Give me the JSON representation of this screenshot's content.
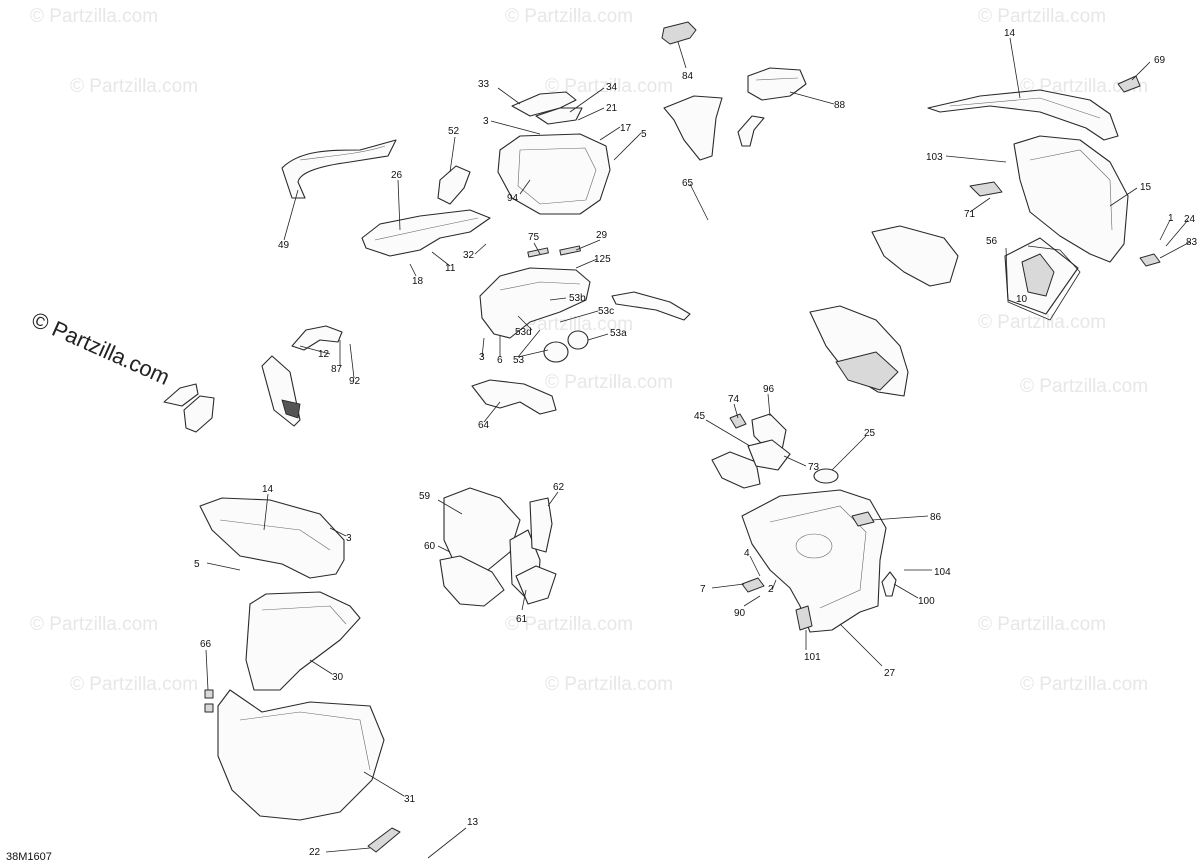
{
  "watermarks": {
    "text": "© Partzilla.com",
    "main_text": "© Partzilla.com"
  },
  "diagram_code": "38M1607",
  "labels": [
    {
      "id": "l33",
      "text": "33"
    },
    {
      "id": "l34",
      "text": "34"
    },
    {
      "id": "l21",
      "text": "21"
    },
    {
      "id": "l3a",
      "text": "3"
    },
    {
      "id": "l17",
      "text": "17"
    },
    {
      "id": "l5a",
      "text": "5"
    },
    {
      "id": "l52",
      "text": "52"
    },
    {
      "id": "l94",
      "text": "94"
    },
    {
      "id": "l84",
      "text": "84"
    },
    {
      "id": "l88",
      "text": "88"
    },
    {
      "id": "l65",
      "text": "65"
    },
    {
      "id": "l14a",
      "text": "14"
    },
    {
      "id": "l69",
      "text": "69"
    },
    {
      "id": "l103",
      "text": "103"
    },
    {
      "id": "l15",
      "text": "15"
    },
    {
      "id": "l71",
      "text": "71"
    },
    {
      "id": "l1",
      "text": "1"
    },
    {
      "id": "l24",
      "text": "24"
    },
    {
      "id": "l83",
      "text": "83"
    },
    {
      "id": "l56",
      "text": "56"
    },
    {
      "id": "l10",
      "text": "10"
    },
    {
      "id": "l26",
      "text": "26"
    },
    {
      "id": "l49",
      "text": "49"
    },
    {
      "id": "l32",
      "text": "32"
    },
    {
      "id": "l11",
      "text": "11"
    },
    {
      "id": "l18",
      "text": "18"
    },
    {
      "id": "l75",
      "text": "75"
    },
    {
      "id": "l29",
      "text": "29"
    },
    {
      "id": "l125",
      "text": "125"
    },
    {
      "id": "l53b",
      "text": "53b"
    },
    {
      "id": "l53c",
      "text": "53c"
    },
    {
      "id": "l53d",
      "text": "53d"
    },
    {
      "id": "l53a",
      "text": "53a"
    },
    {
      "id": "l53",
      "text": "53"
    },
    {
      "id": "l6",
      "text": "6"
    },
    {
      "id": "l3b",
      "text": "3"
    },
    {
      "id": "l12",
      "text": "12"
    },
    {
      "id": "l87",
      "text": "87"
    },
    {
      "id": "l92",
      "text": "92"
    },
    {
      "id": "l64",
      "text": "64"
    },
    {
      "id": "l74",
      "text": "74"
    },
    {
      "id": "l96",
      "text": "96"
    },
    {
      "id": "l45",
      "text": "45"
    },
    {
      "id": "l73",
      "text": "73"
    },
    {
      "id": "l25",
      "text": "25"
    },
    {
      "id": "l86",
      "text": "86"
    },
    {
      "id": "l14b",
      "text": "14"
    },
    {
      "id": "l3c",
      "text": "3"
    },
    {
      "id": "l5b",
      "text": "5"
    },
    {
      "id": "l59",
      "text": "59"
    },
    {
      "id": "l62",
      "text": "62"
    },
    {
      "id": "l60",
      "text": "60"
    },
    {
      "id": "l61",
      "text": "61"
    },
    {
      "id": "l4",
      "text": "4"
    },
    {
      "id": "l7",
      "text": "7"
    },
    {
      "id": "l2",
      "text": "2"
    },
    {
      "id": "l90",
      "text": "90"
    },
    {
      "id": "l104",
      "text": "104"
    },
    {
      "id": "l100",
      "text": "100"
    },
    {
      "id": "l101",
      "text": "101"
    },
    {
      "id": "l27",
      "text": "27"
    },
    {
      "id": "l30",
      "text": "30"
    },
    {
      "id": "l66",
      "text": "66"
    },
    {
      "id": "l31",
      "text": "31"
    },
    {
      "id": "l13",
      "text": "13"
    },
    {
      "id": "l22",
      "text": "22"
    }
  ]
}
